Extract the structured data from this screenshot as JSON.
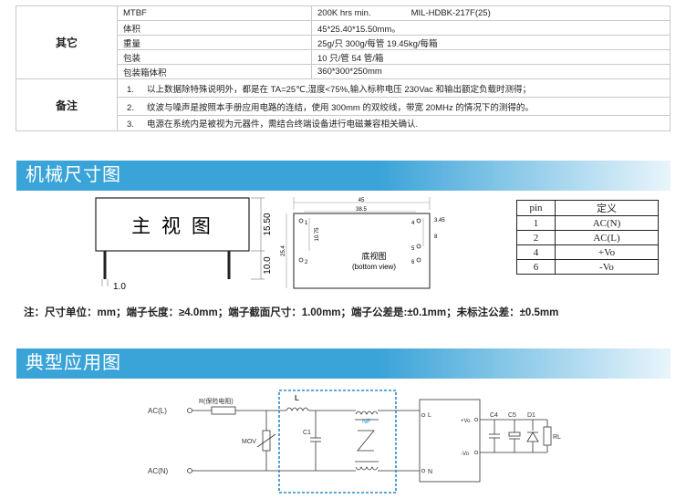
{
  "specs": {
    "other_label": "其它",
    "notes_label": "备注",
    "rows": [
      {
        "key": "MTBF",
        "value": "200K hrs min.",
        "extra": "MIL-HDBK-217F(25)"
      },
      {
        "key": "体积",
        "value": "45*25.40*15.50mm。",
        "extra": ""
      },
      {
        "key": "重量",
        "value": "25g/只    300g/每管    19.45kg/每箱",
        "extra": ""
      },
      {
        "key": "包装",
        "value": "10 只/管    54 管/箱",
        "extra": ""
      },
      {
        "key": "包装箱体积",
        "value": "360*300*250mm",
        "extra": ""
      }
    ],
    "notes": [
      {
        "num": "1.",
        "text": "以上数据除特殊说明外，都是在 TA=25℃,湿度<75%,输入标称电压 230Vac 和输出额定负载时测得；"
      },
      {
        "num": "2.",
        "text": "纹波与噪声是按照本手册应用电路的连结，使用 300mm 的双绞线，带宽 20MHz 的情况下的测得的。"
      },
      {
        "num": "3.",
        "text": "电源在系统内是被视为元器件，需结合终端设备进行电磁兼容相关确认."
      }
    ]
  },
  "mech": {
    "title": "机械尺寸图",
    "front_view_label": "主 视 图",
    "front_height": "15.50",
    "front_pin_length": "10.0",
    "front_pin_width": "1.0",
    "bottom_view_label": "底视图",
    "bottom_view_en": "(bottom view)",
    "dim_width": "45",
    "dim_pitch": "38.5",
    "dim_height": "25.4",
    "dim_top_offset": "3.45",
    "dim_right": "8",
    "dim_left": "10.75",
    "pin_labels": [
      "1",
      "2",
      "4",
      "5",
      "6"
    ],
    "pin_table": {
      "header_pin": "pin",
      "header_def": "定义",
      "rows": [
        {
          "pin": "1",
          "def": "AC(N)"
        },
        {
          "pin": "2",
          "def": "AC(L)"
        },
        {
          "pin": "4",
          "def": "+Vo"
        },
        {
          "pin": "6",
          "def": "-Vo"
        }
      ]
    },
    "note": "注：尺寸单位：mm；端子长度：≥4.0mm；端子截面尺寸：1.00mm；端子公差是:±0.1mm；未标注公差：±0.5mm"
  },
  "app": {
    "title": "典型应用图",
    "acl": "AC(L)",
    "acn": "AC(N)",
    "resistor": "R(保险电阻)",
    "mov": "MOV",
    "inductor": "L",
    "cap1": "C1",
    "nf": "NF",
    "mod_l": "L",
    "mod_n": "N",
    "vo_pos": "+Vo",
    "vo_neg": "-Vo",
    "c4": "C4",
    "c5": "C5",
    "d1": "D1",
    "rl": "RL"
  }
}
